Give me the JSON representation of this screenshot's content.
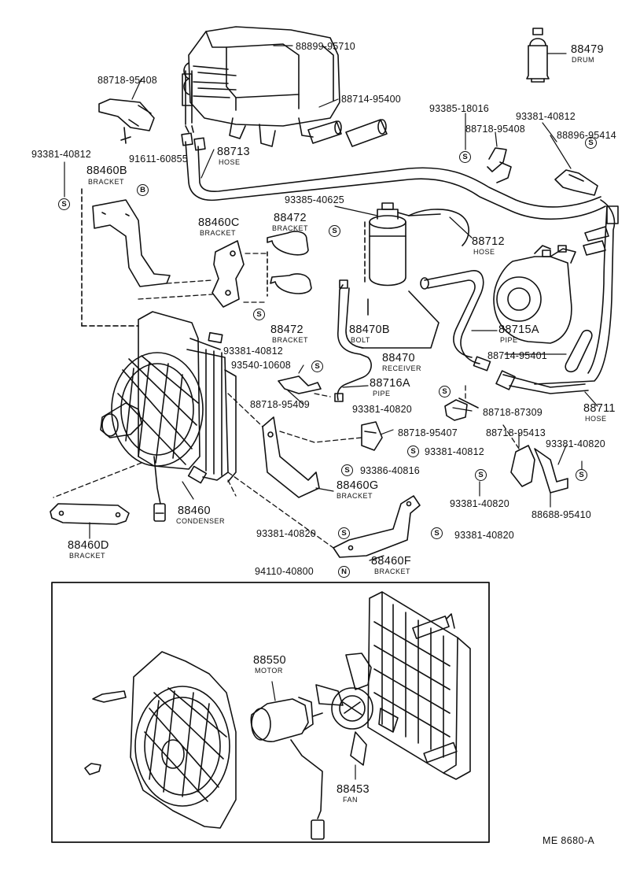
{
  "parts": {
    "p88899": {
      "number": "88899-95710"
    },
    "p88479": {
      "number": "88479",
      "name": "DRUM"
    },
    "p88718_95408a": {
      "number": "88718-95408"
    },
    "p88714_95400": {
      "number": "88714-95400"
    },
    "p93385_18016": {
      "number": "93385-18016"
    },
    "p93381_40812a": {
      "number": "93381-40812"
    },
    "p88718_95408b": {
      "number": "88718-95408"
    },
    "p88896": {
      "number": "88896-95414"
    },
    "p88713": {
      "number": "88713",
      "name": "HOSE"
    },
    "p93381_40812b": {
      "number": "93381-40812"
    },
    "p91611": {
      "number": "91611-60855"
    },
    "p88460B": {
      "number": "88460B",
      "name": "BRACKET"
    },
    "p93385_40625": {
      "number": "93385-40625"
    },
    "p88460C": {
      "number": "88460C",
      "name": "BRACKET"
    },
    "p88472a": {
      "number": "88472",
      "name": "BRACKET"
    },
    "p88712": {
      "number": "88712",
      "name": "HOSE"
    },
    "p88472b": {
      "number": "88472",
      "name": "BRACKET"
    },
    "p88470B": {
      "number": "88470B",
      "name": "BOLT"
    },
    "p88715A": {
      "number": "88715A",
      "name": "PIPE"
    },
    "p93381_40812c": {
      "number": "93381-40812"
    },
    "p88714_95401": {
      "number": "88714-95401"
    },
    "p88470": {
      "number": "88470",
      "name": "RECEIVER"
    },
    "p93540": {
      "number": "93540-10608"
    },
    "p88716A": {
      "number": "88716A",
      "name": "PIPE"
    },
    "p88711": {
      "number": "88711",
      "name": "HOSE"
    },
    "p88718_95409": {
      "number": "88718-95409"
    },
    "p93381_40820a": {
      "number": "93381-40820"
    },
    "p88718_87309": {
      "number": "88718-87309"
    },
    "p88718_95407": {
      "number": "88718-95407"
    },
    "p88718_95413": {
      "number": "88718-95413"
    },
    "p93381_40812d": {
      "number": "93381-40812"
    },
    "p93381_40820b": {
      "number": "93381-40820"
    },
    "p93386": {
      "number": "93386-40816"
    },
    "p88460G": {
      "number": "88460G",
      "name": "BRACKET"
    },
    "p93381_40820c": {
      "number": "93381-40820"
    },
    "p88460": {
      "number": "88460",
      "name": "CONDENSER"
    },
    "p88688": {
      "number": "88688-95410"
    },
    "p93381_40820d": {
      "number": "93381-40820"
    },
    "p93381_40820e": {
      "number": "93381-40820"
    },
    "p88460D": {
      "number": "88460D",
      "name": "BRACKET"
    },
    "p88460F": {
      "number": "88460F",
      "name": "BRACKET"
    },
    "p94110": {
      "number": "94110-40800"
    },
    "p88550": {
      "number": "88550",
      "name": "MOTOR"
    },
    "p88453": {
      "number": "88453",
      "name": "FAN"
    }
  },
  "symbols": {
    "s": "S",
    "b": "B",
    "n": "N"
  },
  "diagram_code": "ME 8680-A"
}
